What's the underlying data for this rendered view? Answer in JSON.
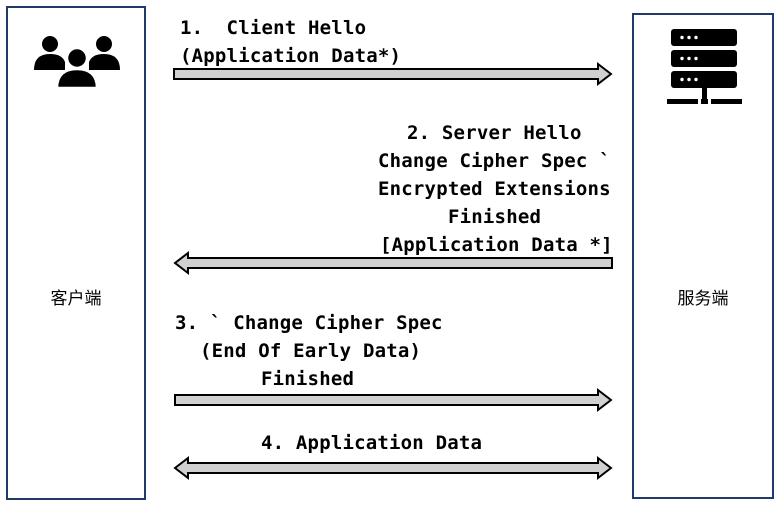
{
  "client": {
    "label": "客户端",
    "icon": "users-icon"
  },
  "server": {
    "label": "服务端",
    "icon": "server-icon"
  },
  "messages": {
    "m1": {
      "line1": "1.  Client Hello",
      "line2": "(Application Data*)"
    },
    "m2": {
      "line1": "2. Server Hello",
      "line2": "Change Cipher Spec `",
      "line3": "Encrypted Extensions",
      "line4": "Finished",
      "line5": "[Application Data *]"
    },
    "m3": {
      "line1": "3. ` Change Cipher Spec",
      "line2": "(End Of Early Data)",
      "line3": "Finished"
    },
    "m4": {
      "line1": "4. Application Data"
    }
  },
  "colors": {
    "box_border": "#1f3a6b",
    "arrow_fill": "#d0d0d0"
  }
}
